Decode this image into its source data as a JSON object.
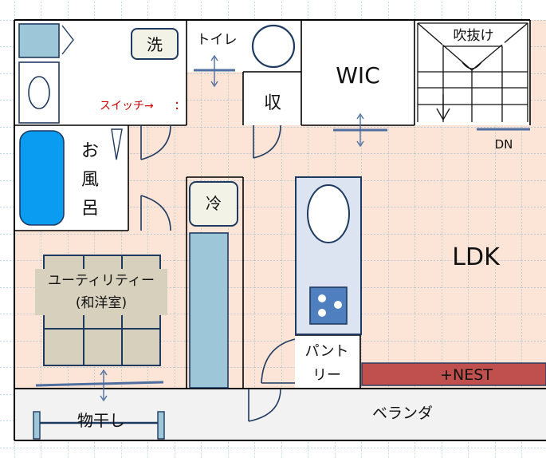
{
  "floor_plan": {
    "rooms": {
      "wash": "洗",
      "toilet": "トイレ",
      "storage": "収",
      "wic": "WIC",
      "void": "吹抜け",
      "stair_dn": "DN",
      "switch": "スイッチ→",
      "switch_marker": ":",
      "bath_1": "お",
      "bath_2": "風",
      "bath_3": "呂",
      "fridge": "冷",
      "ldk": "LDK",
      "utility_1": "ユーティリティー",
      "utility_2": "(和洋室)",
      "pantry_1": "パント",
      "pantry_2": "リー",
      "nest": "+NEST",
      "drying": "物干し",
      "veranda": "ベランダ"
    },
    "colors": {
      "floor": "#fce4d6",
      "grid": "#4f9fc0",
      "wall": "#000000",
      "fixture_blue": "#9dc7d9",
      "bathtub": "#0a9cf0",
      "tatami": "#d6d0bd",
      "nest_bar": "#c0504d",
      "arrow": "#4f6fa0",
      "switch_text": "#cc0000",
      "kitchen_counter": "#dbe4f0",
      "stove": "#4f7fbf"
    }
  }
}
